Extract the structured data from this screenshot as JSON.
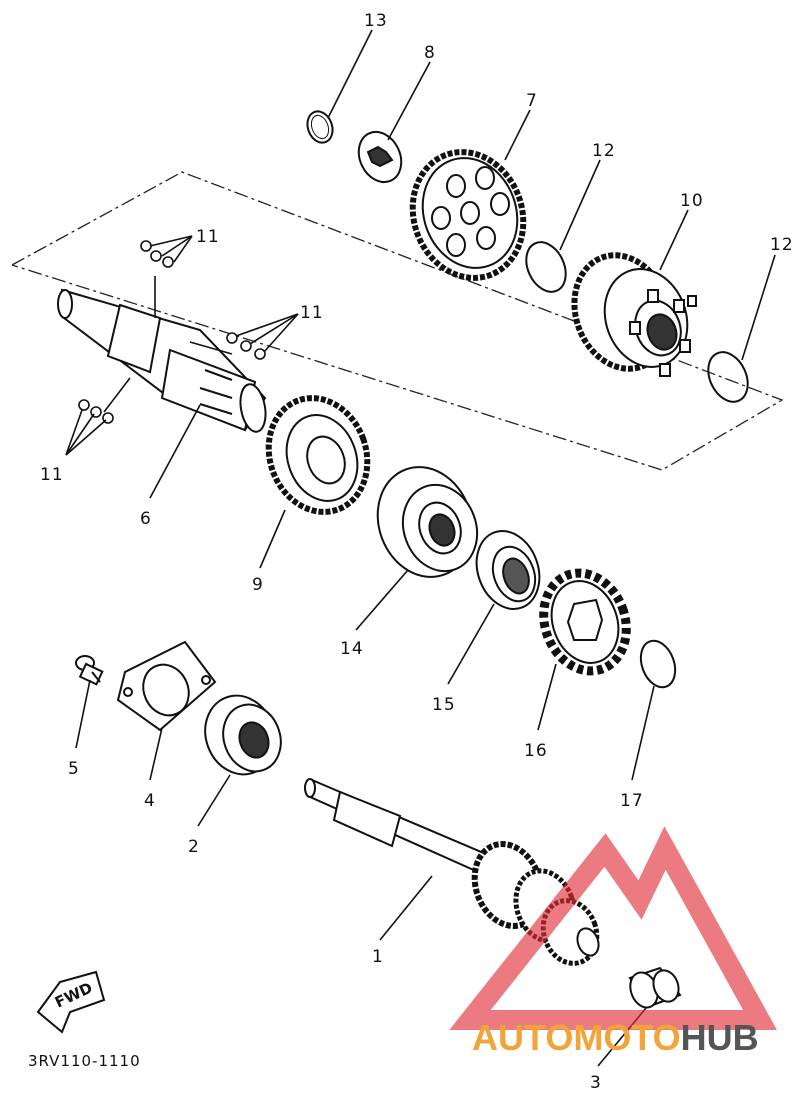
{
  "callouts": {
    "n1": "1",
    "n2": "2",
    "n3": "3",
    "n4": "4",
    "n5": "5",
    "n6": "6",
    "n7": "7",
    "n8": "8",
    "n9": "9",
    "n10": "10",
    "n11a": "11",
    "n11b": "11",
    "n11c": "11",
    "n12a": "12",
    "n12b": "12",
    "n13": "13",
    "n14": "14",
    "n15": "15",
    "n16": "16",
    "n17": "17"
  },
  "fwd_label": "FWD",
  "diagram_code": "3RV110-1110",
  "watermark": {
    "part1": "AUTOMOTO",
    "part2": "HUB",
    "color1": "#f2a33a",
    "color2": "#555555",
    "logo_color": "#e0303a"
  }
}
